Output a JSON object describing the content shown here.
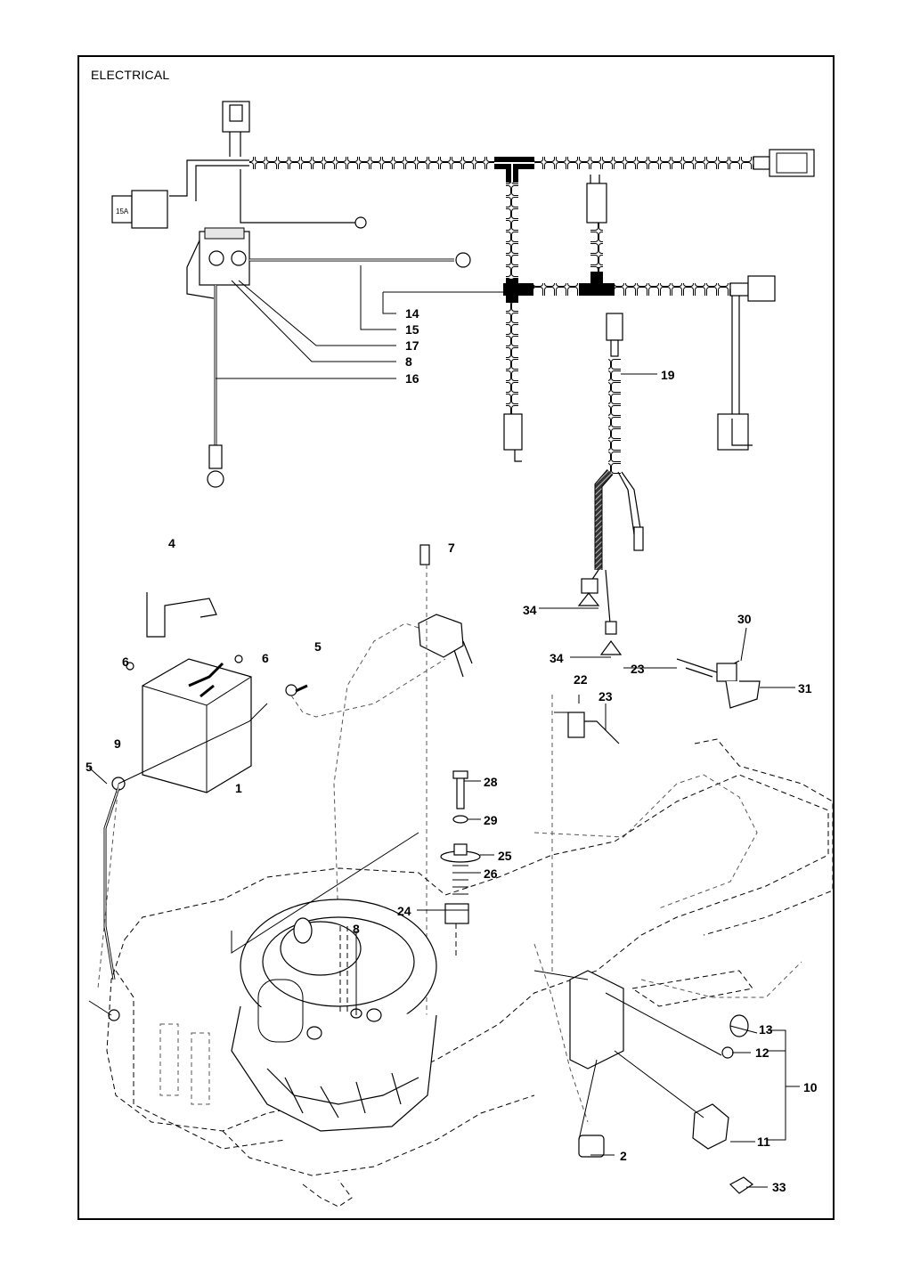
{
  "title": "ELECTRICAL",
  "callouts": {
    "c1": "1",
    "c2": "2",
    "c4": "4",
    "c5a": "5",
    "c5b": "5",
    "c6a": "6",
    "c6b": "6",
    "c7": "7",
    "c8a": "8",
    "c8b": "8",
    "c9": "9",
    "c10": "10",
    "c11": "11",
    "c12": "12",
    "c13": "13",
    "c14": "14",
    "c15": "15",
    "c16": "16",
    "c17": "17",
    "c19": "19",
    "c22": "22",
    "c23a": "23",
    "c23b": "23",
    "c24": "24",
    "c25": "25",
    "c26": "26",
    "c28": "28",
    "c29": "29",
    "c30": "30",
    "c31": "31",
    "c33": "33",
    "c34a": "34",
    "c34b": "34"
  },
  "fuse_label": "15A"
}
